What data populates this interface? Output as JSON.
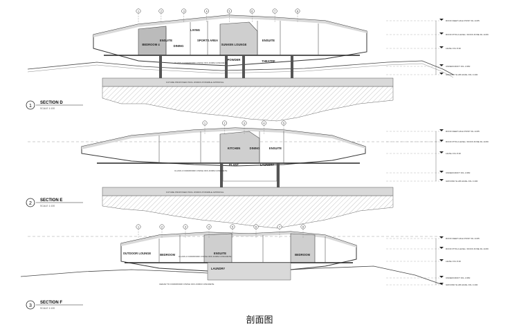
{
  "caption": "剖面图",
  "colors": {
    "line": "#333333",
    "hatch": "#9a9a9a",
    "shade": "#d9d9d9",
    "ground": "#c8c8c8"
  },
  "sections": [
    {
      "number": "1",
      "title": "SECTION D",
      "scale": "SCALE 1:100",
      "rooms": [
        "BEDROOM 4",
        "ENSUITE",
        "DINING",
        "SPORTS AREA",
        "LIVING",
        "SUNKEN LOUNGE",
        "POWDER",
        "ENSUITE",
        "THEATRE"
      ],
      "grid": [
        "1",
        "2",
        "3",
        "4",
        "5",
        "6",
        "7",
        "8"
      ],
      "levels": [
        "ROOF DEEP HIGH POINT RL 13.85",
        "ROOF PITCH LEVEL / ROOF ZONE RL 10.80",
        "LEVEL FFL 8.30",
        "UNDERCROFT FFL 4.950",
        "GROUND SLAB LEVEL FFL 3.400"
      ],
      "notes": [
        "CLASS 2 FORMWORK FINISH OFF-FORM CONCRETE",
        "FUTURE PROPOSED POOL WORKS POSSIBLE APPROVAL"
      ]
    },
    {
      "number": "2",
      "title": "SECTION E",
      "scale": "SCALE 1:100",
      "rooms": [
        "KITCHEN",
        "DINING",
        "ENSUITE",
        "PLANT",
        "LAUNDRY"
      ],
      "grid": [
        "1",
        "2",
        "3",
        "4",
        "5"
      ],
      "levels": [
        "ROOF DEEP HIGH POINT RL 13.85",
        "ROOF PITCH LEVEL / ROOF ZONE RL 10.80",
        "LEVEL FFL 8.30",
        "UNDERCROFT FFL 4.950",
        "GROUND SLAB LEVEL FFL 3.400"
      ],
      "notes": [
        "CLASS 2 FORMWORK FINISH OFF-FORM CONCRETE",
        "FUTURE PROPOSED POOL WORKS POSSIBLE APPROVAL"
      ]
    },
    {
      "number": "3",
      "title": "SECTION F",
      "scale": "SCALE 1:100",
      "rooms": [
        "OUTDOOR LOUNGE",
        "BEDROOM",
        "ENSUITE",
        "LAUNDRY",
        "BEDROOM"
      ],
      "grid": [
        "1",
        "2",
        "3",
        "4",
        "5",
        "6",
        "7",
        "8"
      ],
      "levels": [
        "ROOF DEEP HIGH POINT RL 13.85",
        "ROOF PITCH LEVEL / ROOF ZONE RL 10.80",
        "LEVEL FFL 8.30",
        "UNDERCROFT FFL 4.950",
        "GROUND SLAB LEVEL FFL 3.400"
      ],
      "notes": [
        "CLASS 2 FORMWORK FINISH OFF-FORM CONCRETE",
        "CEDAR TO FORMWORK FINISH OFF-FORM CONCRETE"
      ]
    }
  ]
}
